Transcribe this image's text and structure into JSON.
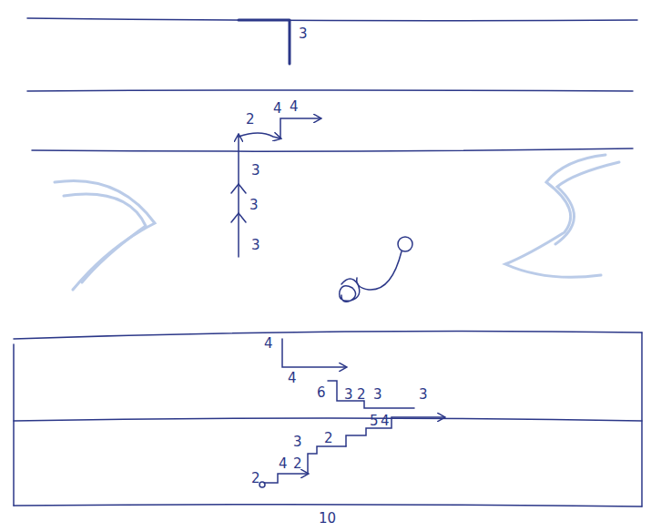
{
  "diagram": {
    "labels": [
      "3",
      "2",
      "4",
      "4",
      "3",
      "3",
      "3",
      "4",
      "4",
      "6",
      "3",
      "2",
      "3",
      "3",
      "3",
      "2",
      "5",
      "4",
      "2",
      "4",
      "2",
      "10"
    ]
  }
}
